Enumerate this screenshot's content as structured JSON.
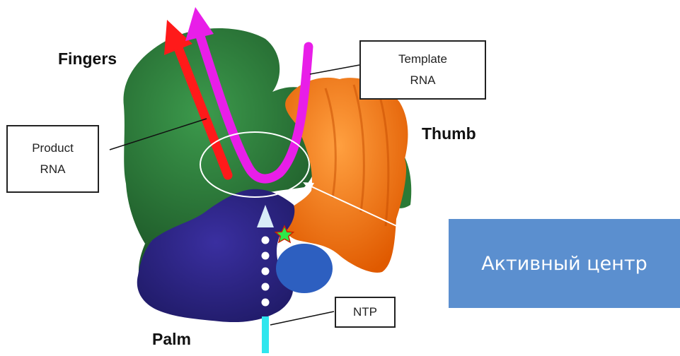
{
  "labels": {
    "fingers": "Fingers",
    "thumb": "Thumb",
    "palm": "Palm",
    "template_line1": "Template",
    "template_line2": "RNA",
    "product_line1": "Product",
    "product_line2": "RNA",
    "ntp": "NTP",
    "active_center": "Активный центр"
  },
  "colors": {
    "fingers": "#2e7a3c",
    "palm": "#2a2383",
    "thumb": "#f07a10",
    "subdomain_blue": "#2d5fc0",
    "product_arrow": "#ff1a1a",
    "template_arrow": "#e81ee8",
    "ntp_arrow": "#2ee6ee",
    "active_box": "#5b8fcf",
    "active_star": "#2ee84a"
  }
}
